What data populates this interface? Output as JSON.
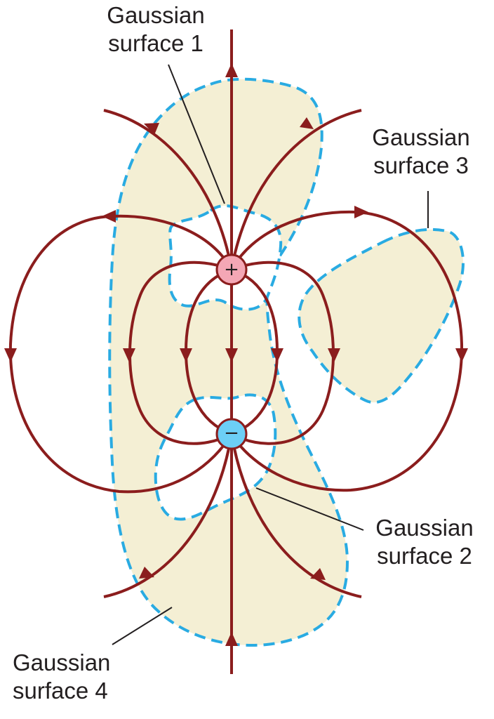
{
  "labels": {
    "surface1": {
      "line1": "Gaussian",
      "line2": "surface 1"
    },
    "surface2": {
      "line1": "Gaussian",
      "line2": "surface 2"
    },
    "surface3": {
      "line1": "Gaussian",
      "line2": "surface 3"
    },
    "surface4": {
      "line1": "Gaussian",
      "line2": "surface 4"
    }
  },
  "charges": {
    "positive": {
      "symbol": "+",
      "color": "#f4a7b5"
    },
    "negative": {
      "symbol": "−",
      "color": "#6ccff6"
    }
  },
  "colors": {
    "field_line": "#8b1d1d",
    "surface_fill": "#f4efd4",
    "surface_outline": "#29abe2",
    "leader_line": "#231f20"
  }
}
